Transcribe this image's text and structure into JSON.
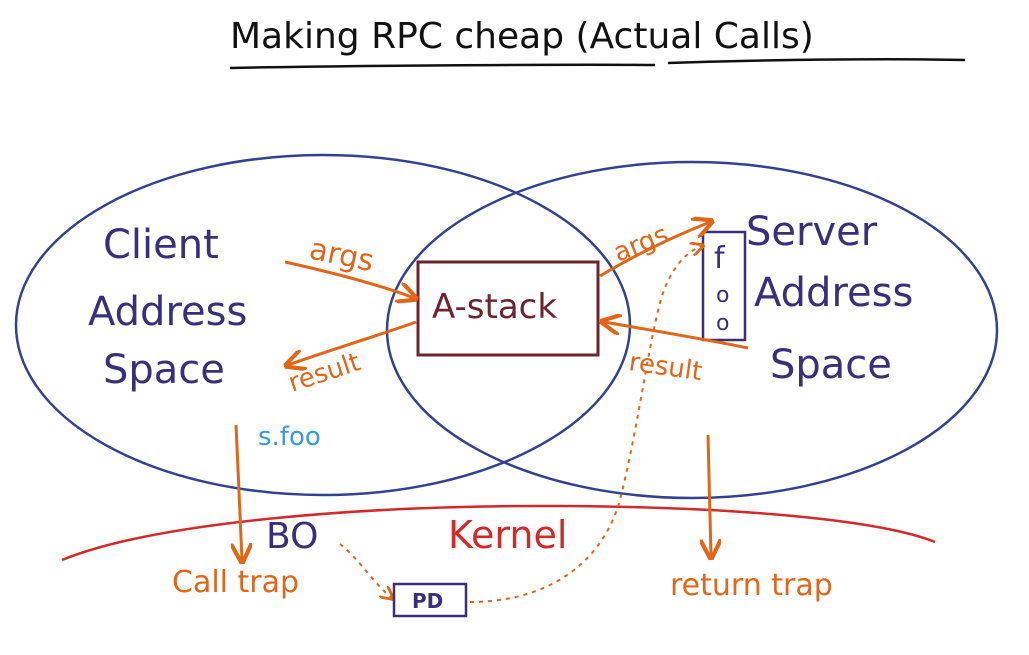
{
  "title": "Making RPC cheap (Actual Calls)",
  "client_space": {
    "line1": "Client",
    "line2": "Address",
    "line3": "Space"
  },
  "server_space": {
    "line1": "Server",
    "line2": "Address",
    "line3": "Space"
  },
  "astack_label": "A-stack",
  "client_args": "args",
  "client_result": "result",
  "server_args": "args",
  "server_result": "result",
  "call_label": "s.foo",
  "kernel_label": "Kernel",
  "bo_label": "BO",
  "pd_label": "PD",
  "call_trap_label": "Call trap",
  "return_trap_label": "return trap",
  "stack_chars": {
    "c1": "f",
    "c2": "o",
    "c3": "o"
  },
  "colors": {
    "ellipse": "#34418f",
    "text_purple": "#3a2f7a",
    "arrow_orange": "#e0661a",
    "kernel_red": "#d12a2a",
    "astack_box": "#6b2430",
    "call_blue": "#3a9ad6",
    "title": "#111111"
  }
}
